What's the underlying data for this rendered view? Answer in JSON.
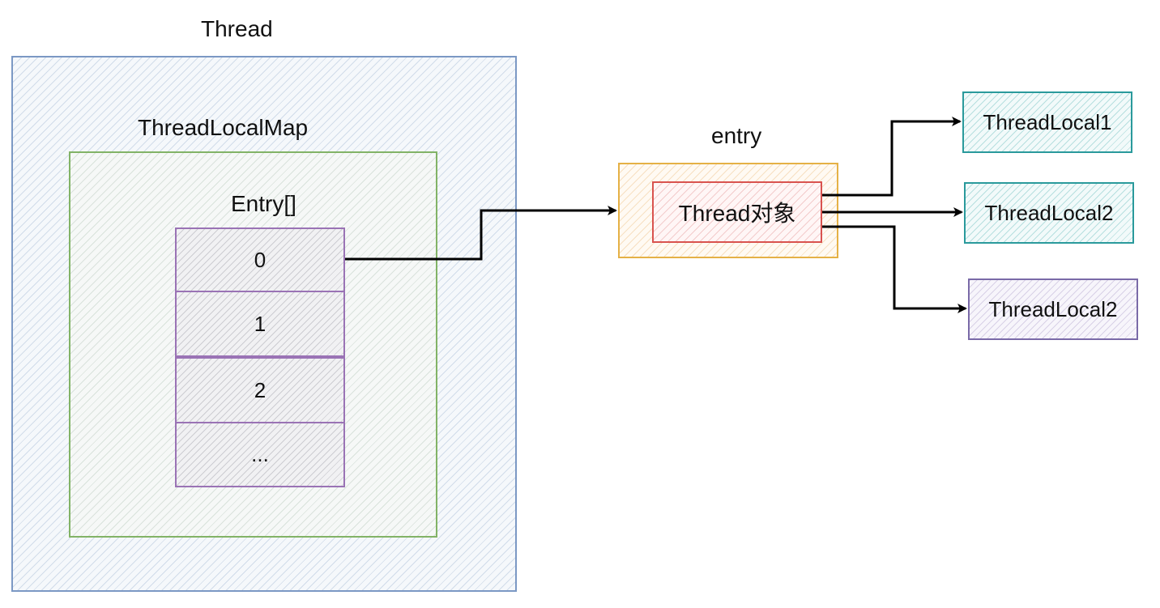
{
  "thread": {
    "title": "Thread"
  },
  "thread_local_map": {
    "title": "ThreadLocalMap"
  },
  "entry_array": {
    "title": "Entry[]",
    "cells": [
      "0",
      "1",
      "2",
      "..."
    ]
  },
  "entry": {
    "title": "entry",
    "inner_label": "Thread对象"
  },
  "thread_locals": [
    "ThreadLocal1",
    "ThreadLocal2",
    "ThreadLocal2"
  ],
  "colors": {
    "thread_border": "#7b98c4",
    "map_border": "#82b366",
    "cell_border": "#9a73b5",
    "entry_border": "#e5b146",
    "entry_inner_border": "#d9534f",
    "threadlocal_teal_border": "#2a9a9c",
    "threadlocal_purple_border": "#7a6aa8",
    "arrow": "#000000"
  }
}
